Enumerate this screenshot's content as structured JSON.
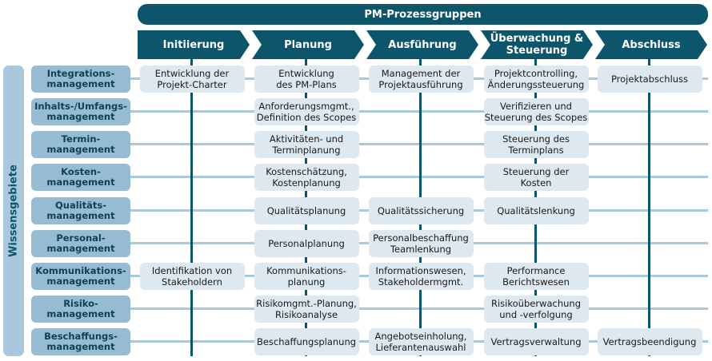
{
  "header": {
    "title": "PM-Prozessgruppen"
  },
  "side_label": "Wissensgebiete",
  "phases": [
    "Initiierung",
    "Planung",
    "Ausführung",
    "Überwachung &\nSteuerung",
    "Abschluss"
  ],
  "rows": [
    {
      "area": "Integrations-\nmanagement",
      "cells": [
        "Entwicklung der\nProjekt-Charter",
        "Entwicklung\ndes PM-Plans",
        "Management der\nProjektausführung",
        "Projektcontrolling,\nÄnderungssteuerung",
        "Projektabschluss"
      ]
    },
    {
      "area": "Inhalts-/Umfangs-\nmanagement",
      "cells": [
        "",
        "Anforderungsmgmt.,\nDefinition des Scopes",
        "",
        "Verifizieren und\nSteuerung des Scopes",
        ""
      ]
    },
    {
      "area": "Termin-\nmanagement",
      "cells": [
        "",
        "Aktivitäten- und\nTerminplanung",
        "",
        "Steuerung des\nTerminplans",
        ""
      ]
    },
    {
      "area": "Kosten-\nmanagement",
      "cells": [
        "",
        "Kostenschätzung,\nKostenplanung",
        "",
        "Steuerung der\nKosten",
        ""
      ]
    },
    {
      "area": "Qualitäts-\nmanagement",
      "cells": [
        "",
        "Qualitätsplanung",
        "Qualitätssicherung",
        "Qualitätslenkung",
        ""
      ]
    },
    {
      "area": "Personal-\nmanagement",
      "cells": [
        "",
        "Personalplanung",
        "Personalbeschaffung\nTeamlenkung",
        "",
        ""
      ]
    },
    {
      "area": "Kommunikations-\nmanagement",
      "cells": [
        "Identifikation von\nStakeholdern",
        "Kommunikations-\nplanung",
        "Informationswesen,\nStakeholdermgmt.",
        "Performance\nBerichtswesen",
        ""
      ]
    },
    {
      "area": "Risiko-\nmanagement",
      "cells": [
        "",
        "Risikomgmt.-Planung,\nRisikoanalyse",
        "",
        "Risikoüberwachung\nund -verfolgung",
        ""
      ]
    },
    {
      "area": "Beschaffungs-\nmanagement",
      "cells": [
        "",
        "Beschaffungsplanung",
        "Angebotseinholung,\nLieferantenauswahl",
        "Vertragsverwaltung",
        "Vertragsbeendigung"
      ]
    }
  ]
}
